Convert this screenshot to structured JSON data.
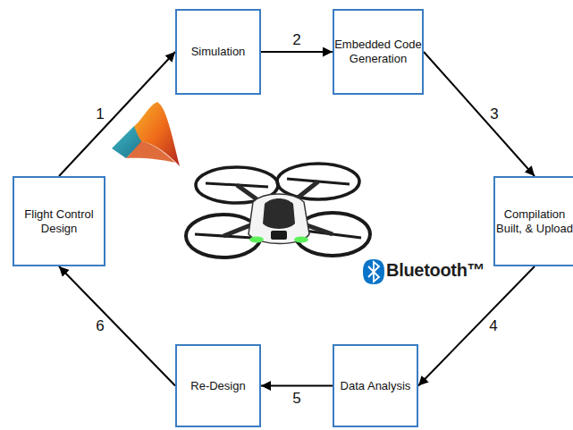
{
  "diagram": {
    "nodes": [
      {
        "text": [
          "Flight Control Design"
        ]
      },
      {
        "text": [
          "Simulation"
        ]
      },
      {
        "text": [
          "Embedded Code Generation"
        ]
      },
      {
        "text": [
          "Compilation Built, & Upload"
        ]
      },
      {
        "text": [
          "Data Analysis"
        ]
      },
      {
        "text": [
          "Re-Design"
        ]
      }
    ],
    "edges": [
      {
        "from": 0,
        "to": 1,
        "label": "1",
        "arrow": "to"
      },
      {
        "from": 1,
        "to": 2,
        "label": "2",
        "arrow": "to"
      },
      {
        "from": 2,
        "to": 3,
        "label": "3",
        "arrow": "to"
      },
      {
        "from": 3,
        "to": 4,
        "label": "4",
        "arrow": "to"
      },
      {
        "from": 4,
        "to": 5,
        "label": "5",
        "arrow": "to"
      },
      {
        "from": 5,
        "to": 0,
        "label": "6",
        "arrow": "to"
      }
    ],
    "labels": [
      "Bluetooth™"
    ]
  }
}
